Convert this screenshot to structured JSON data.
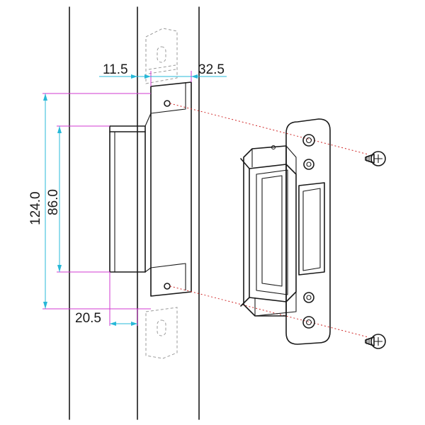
{
  "dimensions": {
    "gap_top": "11.5",
    "depth_top": "32.5",
    "overall_height": "124.0",
    "lip_height": "86.0",
    "bottom_offset": "20.5"
  },
  "colors": {
    "outline": "#1a1a1a",
    "extension_line": "#d03ad0",
    "dimension_line": "#27b8d8",
    "guide_line": "#d02a2a"
  },
  "icons": {
    "screw_top": "screw-icon",
    "screw_bottom": "screw-icon"
  }
}
